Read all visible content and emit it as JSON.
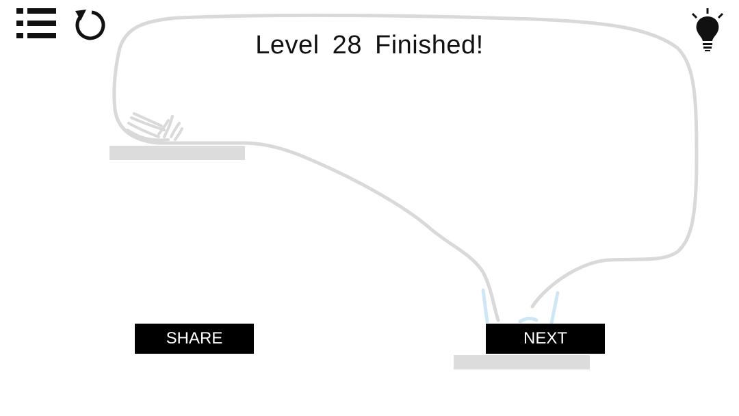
{
  "game": {
    "title": "Level  28  Finished!"
  },
  "buttons": {
    "share": "SHARE",
    "next": "NEXT"
  },
  "toolbar": {
    "icons": [
      "level-menu-icon",
      "restart-icon",
      "hint-lightbulb-icon"
    ]
  },
  "colors": {
    "background": "#ffffff",
    "drawn_line": "#d9d9d9",
    "platform": "#dcdcdc",
    "cup": "#cfe6f7",
    "button_bg": "#000000",
    "button_text": "#ffffff",
    "icon": "#111111"
  }
}
